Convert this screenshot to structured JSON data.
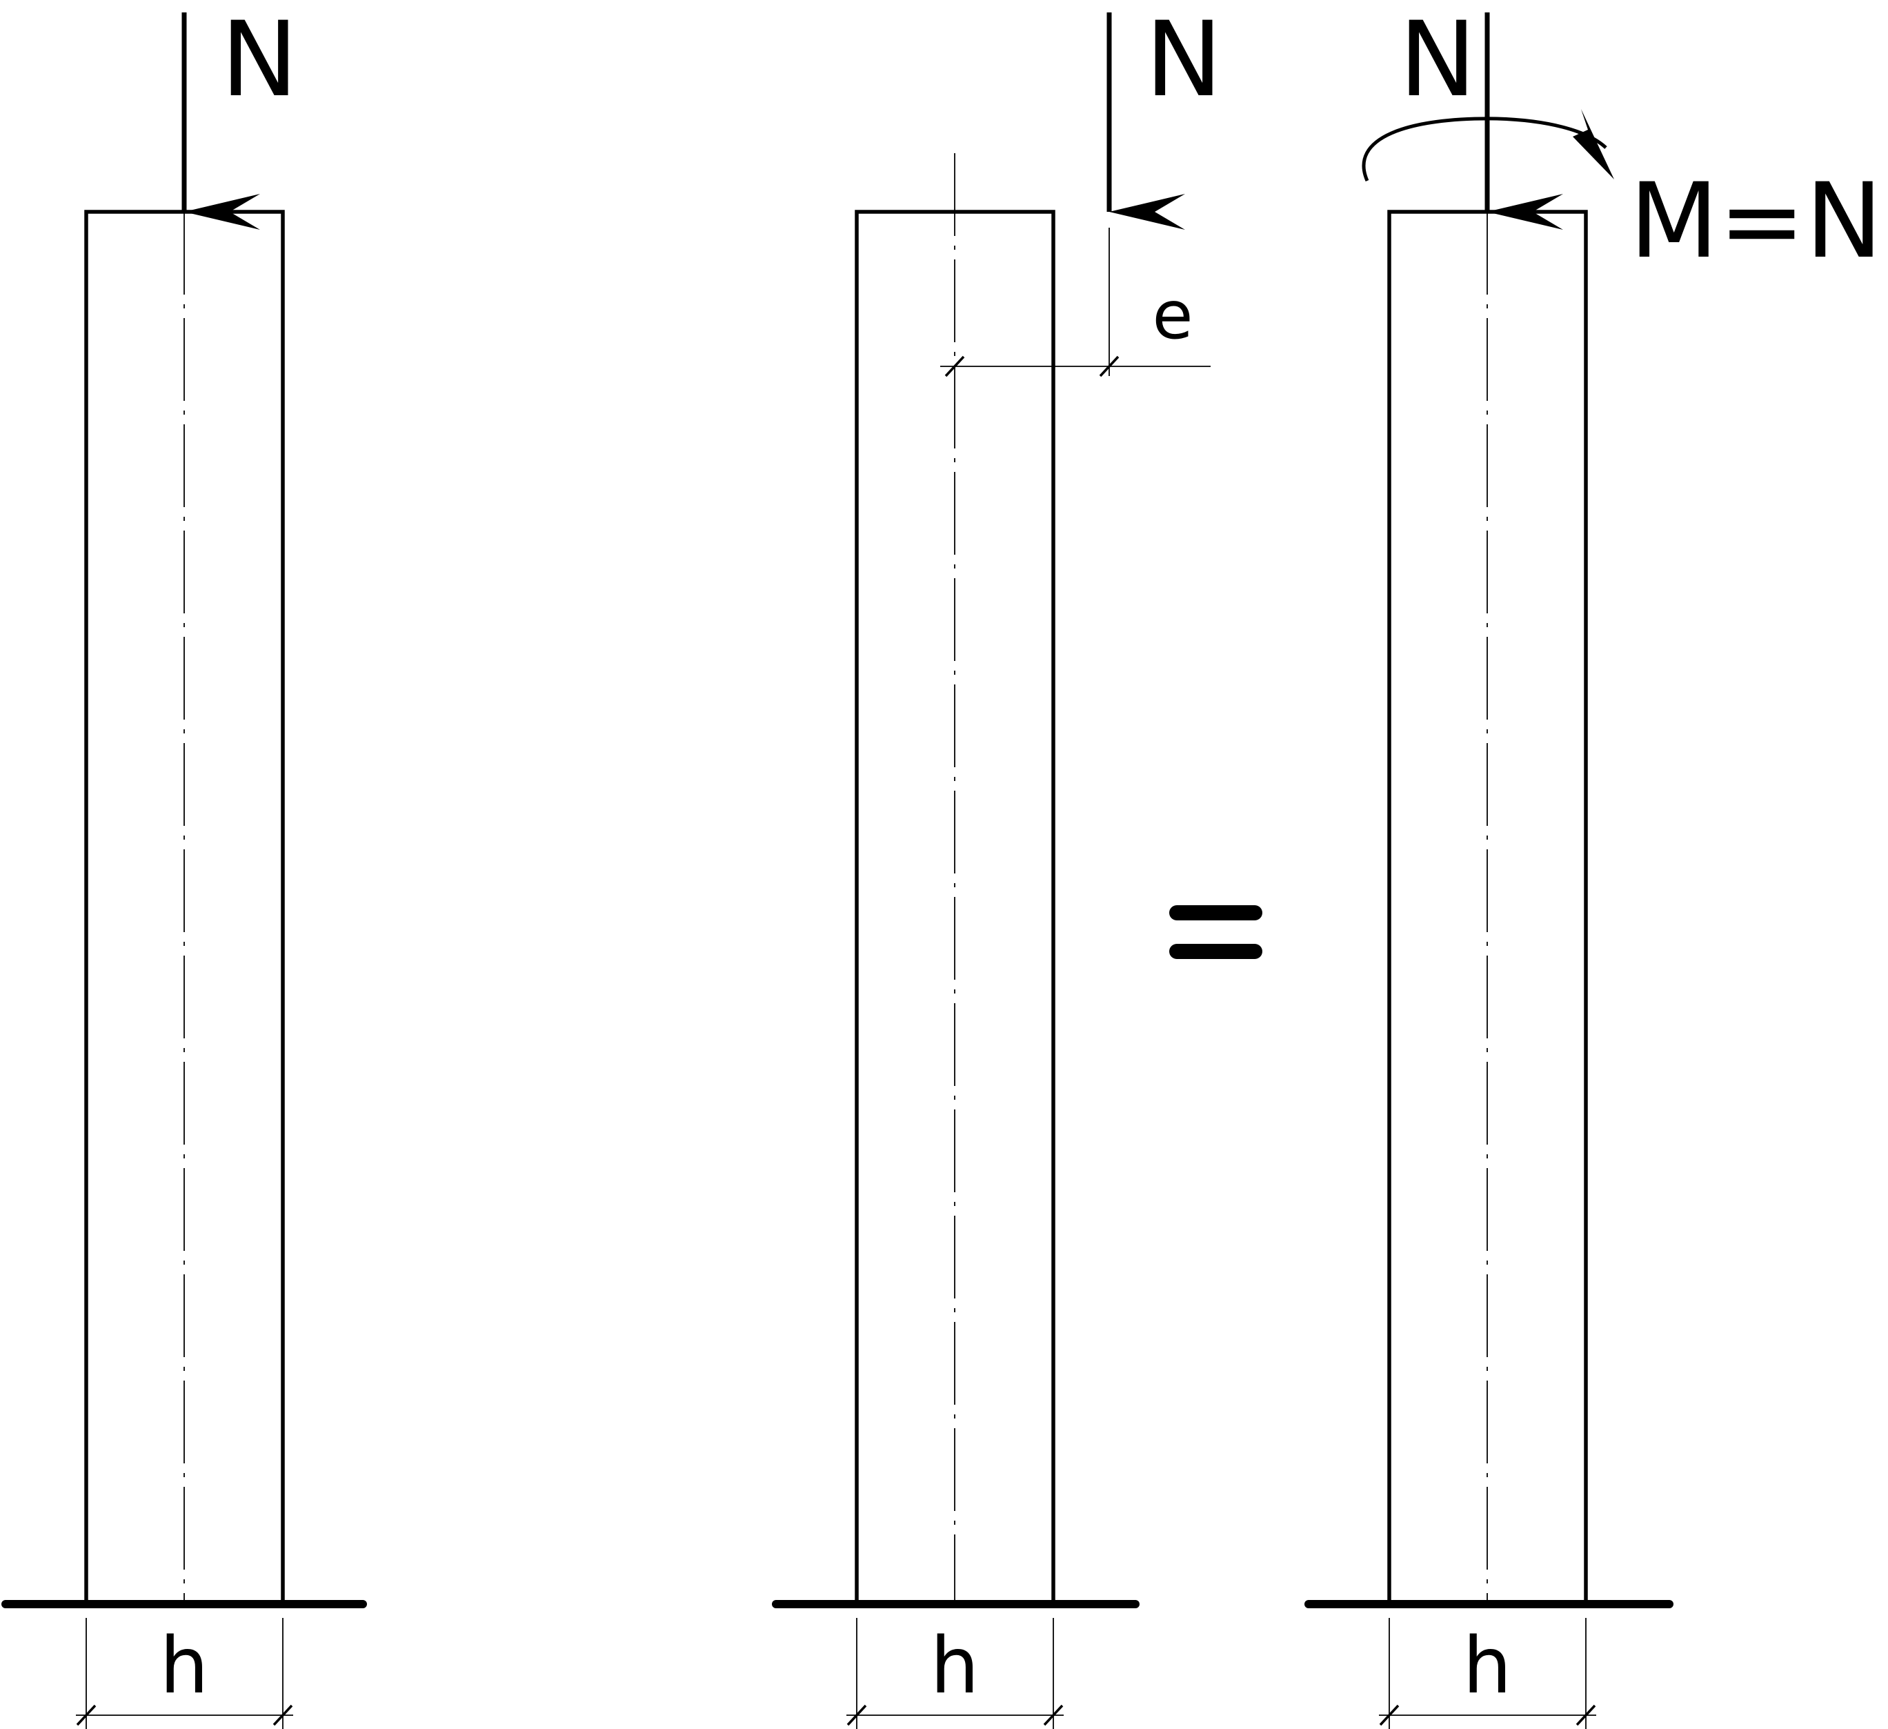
{
  "labels": {
    "force": "N",
    "width": "h",
    "eccentricity": "e",
    "moment": "M=Ne"
  },
  "colors": {
    "line": "#000000",
    "background": "#ffffff"
  }
}
